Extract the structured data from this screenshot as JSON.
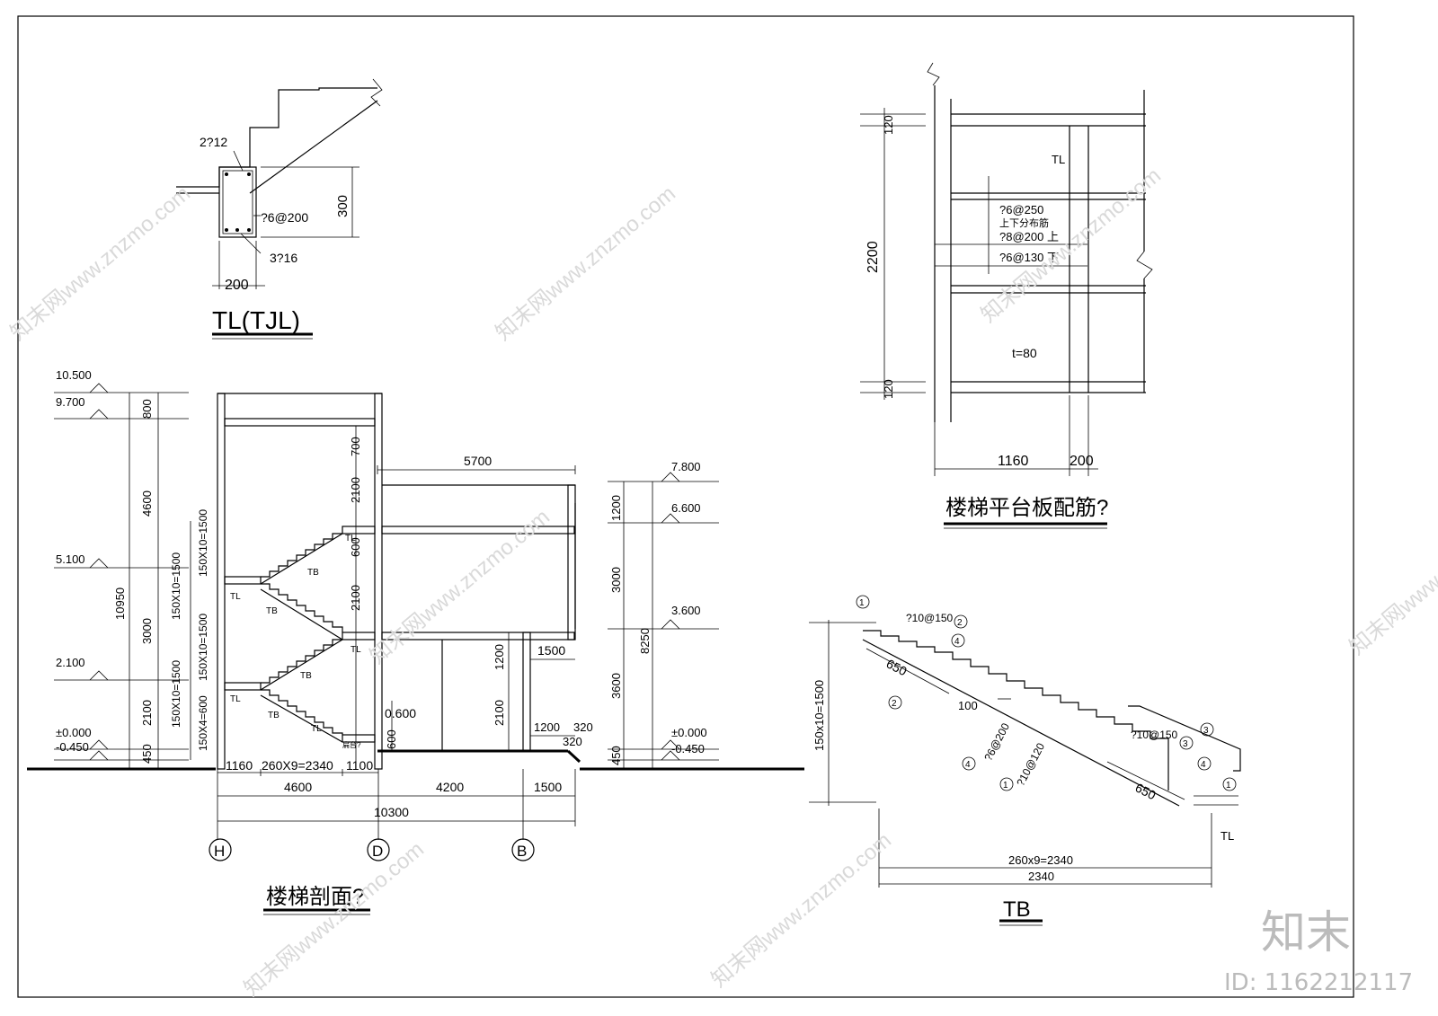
{
  "beam_detail": {
    "title": "TL(TJL)",
    "top_bar": "2?12",
    "stirrup": "?6@200",
    "bottom_bar": "3?16",
    "height": "300",
    "width": "200"
  },
  "section": {
    "title": "楼梯剖面?",
    "levels_left": [
      "10.500",
      "9.700",
      "5.100",
      "2.100",
      "±0.000",
      "-0.450"
    ],
    "left_dims": [
      "800",
      "4600",
      "10950",
      "3000",
      "2100",
      "450"
    ],
    "flight_dims": [
      "150X10=1500",
      "150X10=1500",
      "150X10=1500",
      "150X10=1500",
      "150X4=600"
    ],
    "levels_right": [
      "7.800",
      "6.600",
      "3.600",
      "±0.000",
      "-0.450"
    ],
    "right_dims": [
      "1200",
      "3000",
      "8250",
      "3600",
      "450"
    ],
    "mid_dims": [
      "700",
      "2100",
      "600",
      "2100",
      "1200",
      "2100",
      "600"
    ],
    "top_span": "5700",
    "span_1500": "1500",
    "level_0600": "0.600",
    "small_dims": [
      "1200",
      "320",
      "320"
    ],
    "bottom_dims_1": [
      "1160",
      "260X9=2340",
      "1100"
    ],
    "bottom_dims_2": [
      "4600",
      "4200",
      "1500"
    ],
    "bottom_total": "10300",
    "axes": [
      "H",
      "D",
      "B"
    ],
    "labels": [
      "TB",
      "TL",
      "TB",
      "TL",
      "TB",
      "TL",
      "TB",
      "TL",
      "TL"
    ],
    "small_note": "扁台?"
  },
  "platform": {
    "title": "楼梯平台板配筋?",
    "tl": "TL",
    "note1": "?6@250",
    "note2": "上下分布筋",
    "note3": "?8@200 上",
    "note4": "?6@130 下",
    "thickness": "t=80",
    "dim_h": "2200",
    "dim_120a": "120",
    "dim_120b": "120",
    "dim_1160": "1160",
    "dim_200": "200"
  },
  "tb": {
    "title": "TB",
    "markers": [
      "1",
      "2",
      "4",
      "2",
      "4",
      "1",
      "3",
      "3",
      "4",
      "1"
    ],
    "rebar": [
      "?10@150",
      "?6@200",
      "?10@120",
      "?10@150"
    ],
    "lengths": [
      "650",
      "650",
      "100"
    ],
    "height": "150x10=1500",
    "run1": "260x9=2340",
    "run2": "2340",
    "tl": "TL"
  },
  "watermark": {
    "brand": "知末",
    "id": "ID: 1162212117",
    "site": "知末网www.znzmo.com"
  }
}
